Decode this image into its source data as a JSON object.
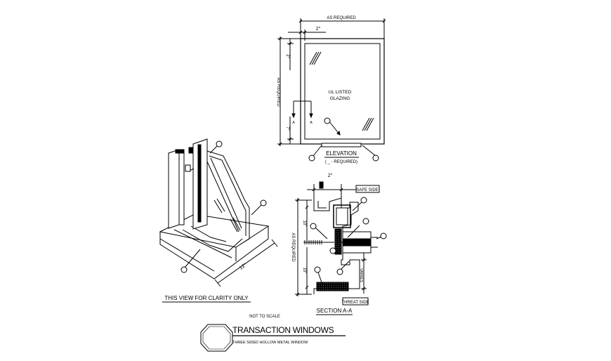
{
  "elevation": {
    "top_dim": "AS REQUIRED",
    "left_dim": "AS REQUIRED",
    "width_2": "2\"",
    "h_top": "2\"",
    "h_bottom": "7\"",
    "glazing_line1": "UL LISTED",
    "glazing_line2": "GLAZING",
    "title": "ELEVATION",
    "subtitle": "( _ - REQUIRED)",
    "tag_a": "A",
    "tag_b": "A"
  },
  "section": {
    "top_dim": "2\"",
    "left_dim": "AS REQUIRED",
    "dim_upper": "10\"",
    "dim_lower": "10\"",
    "varies": "VARIES",
    "safe_side": "SAFE SIDE",
    "threat_side": "THREAT SIDE",
    "title": "SECTION A-A"
  },
  "iso": {
    "dim_12": "12\"",
    "caption": "THIS VIEW FOR CLARITY ONLY"
  },
  "notes": {
    "not_to_scale": "NOT TO SCALE"
  },
  "title_block": {
    "title": "TRANSACTION WINDOWS",
    "subtitle": "THREE SIDED HOLLOW METAL WINDOW"
  }
}
